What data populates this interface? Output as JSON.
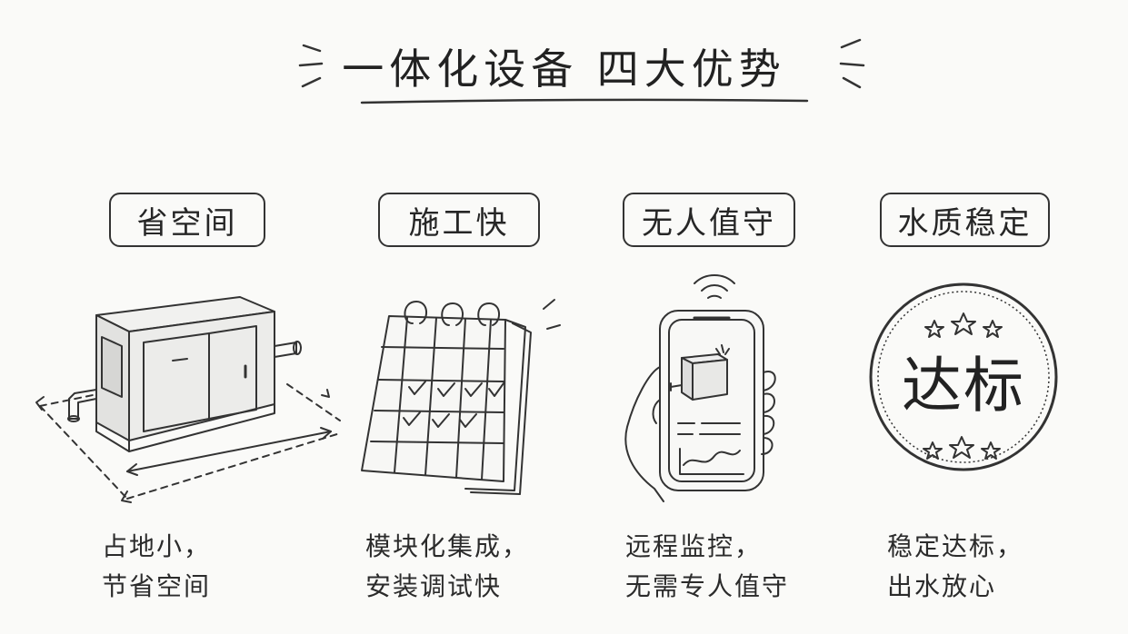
{
  "title": "一体化设备 四大优势",
  "features": [
    {
      "label": "省空间",
      "icon": "equipment-box-icon",
      "desc_line1": "占地小，",
      "desc_line2": "节省空间"
    },
    {
      "label": "施工快",
      "icon": "calendar-icon",
      "desc_line1": "模块化集成，",
      "desc_line2": "安装调试快"
    },
    {
      "label": "无人值守",
      "icon": "smartphone-icon",
      "desc_line1": "远程监控，",
      "desc_line2": "无需专人值守"
    },
    {
      "label": "水质稳定",
      "icon": "stamp-icon",
      "stamp_text": "达标",
      "desc_line1": "稳定达标，",
      "desc_line2": "出水放心"
    }
  ]
}
